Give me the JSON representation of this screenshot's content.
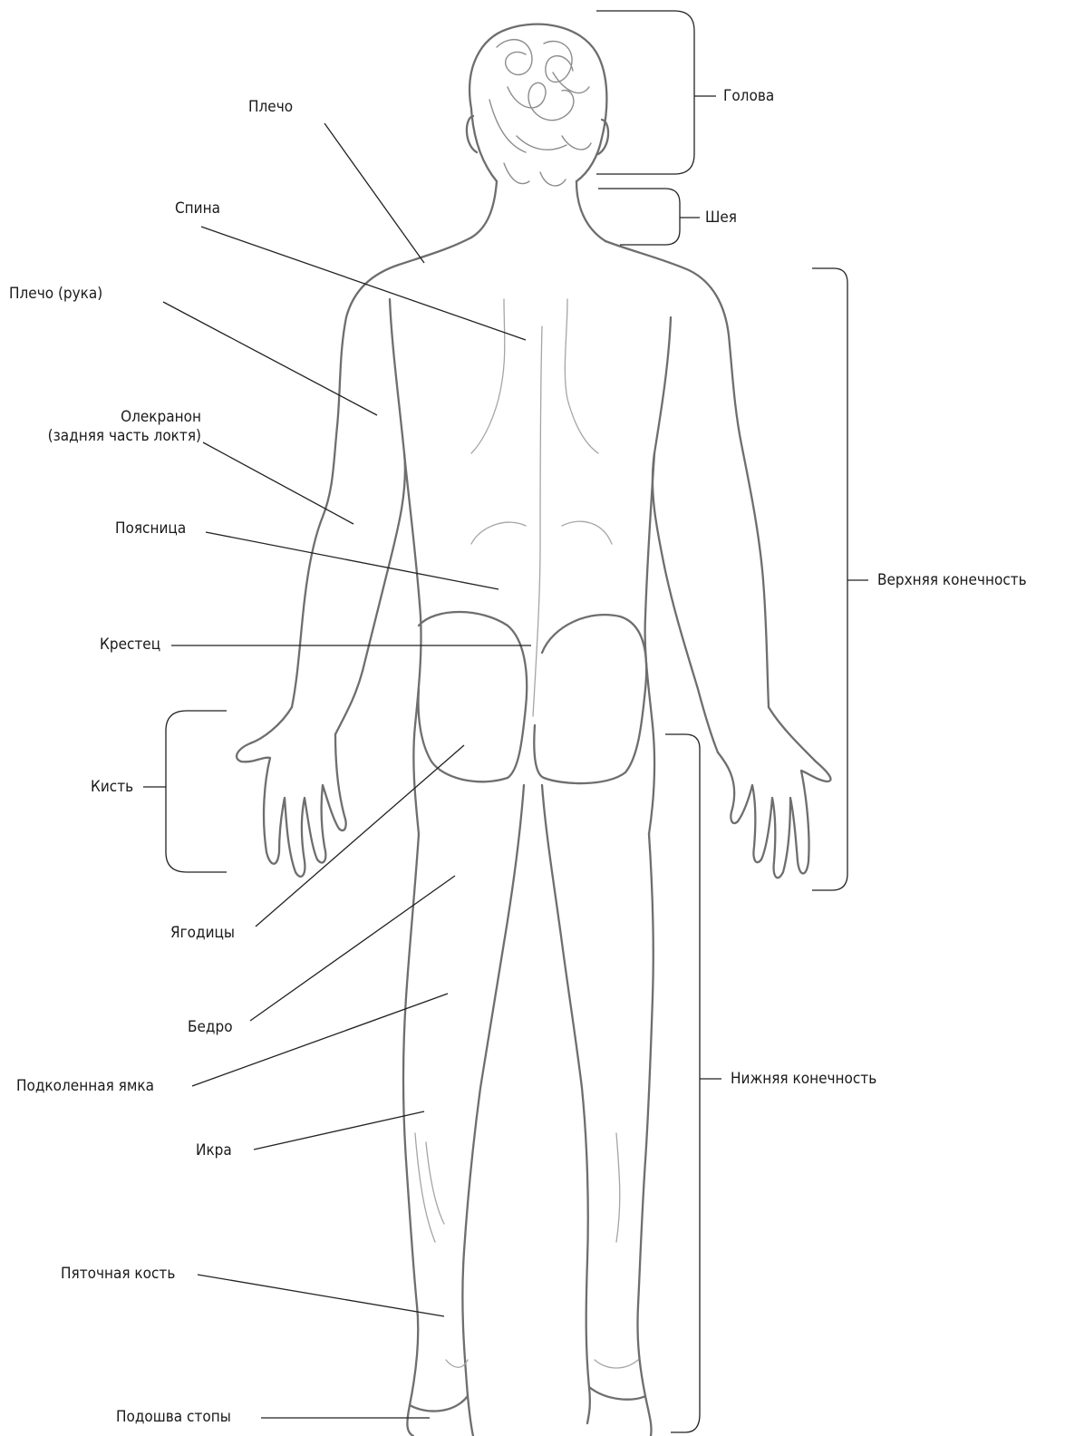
{
  "labels": {
    "head": "Голова",
    "neck": "Шея",
    "shoulder": "Плечо",
    "back": "Спина",
    "upper_arm": "Плечо (рука)",
    "olecranon_1": "Олекранон",
    "olecranon_2": "(задняя часть локтя)",
    "lower_back": "Поясница",
    "sacrum": "Крестец",
    "hand": "Кисть",
    "buttocks": "Ягодицы",
    "thigh": "Бедро",
    "popliteal": "Подколенная ямка",
    "calf": "Икра",
    "heel": "Пяточная кость",
    "sole": "Подошва стопы",
    "upper_limb": "Верхняя конечность",
    "lower_limb": "Нижняя конечность"
  },
  "colors": {
    "ink": "#222222",
    "pencil": "#6e6e6e",
    "paper": "#ffffff"
  }
}
